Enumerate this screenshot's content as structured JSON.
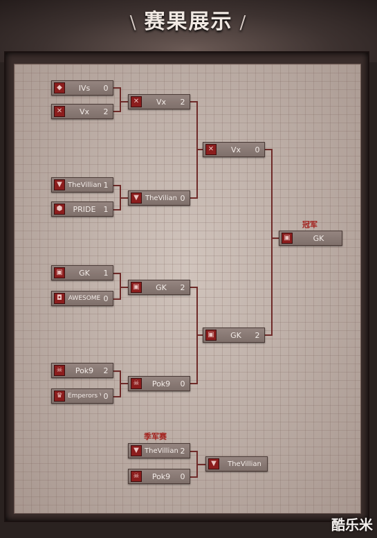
{
  "page_title": "赛果展示",
  "title_deco_left": "\\",
  "title_deco_right": "/",
  "labels": {
    "champion": "冠军",
    "third_place": "季军赛"
  },
  "watermark": "酷乐米",
  "colors": {
    "wire": "#6e2a28",
    "logo": "#8b1d1d",
    "accent_text": "#a3231f"
  },
  "round1": [
    {
      "team": "IVs",
      "score": "0",
      "icon": "ivs-logo-icon"
    },
    {
      "team": "Vx",
      "score": "2",
      "icon": "vx-logo-icon"
    },
    {
      "team": "TheVillian",
      "score": "1",
      "icon": "thevillian-logo-icon"
    },
    {
      "team": "PRIDE",
      "score": "1",
      "icon": "pride-logo-icon"
    },
    {
      "team": "GK",
      "score": "1",
      "icon": "gk-logo-icon"
    },
    {
      "team": "AWESOME",
      "score": "0",
      "icon": "awesome-logo-icon"
    },
    {
      "team": "Pok9",
      "score": "2",
      "icon": "pok9-logo-icon"
    },
    {
      "team": "Emperors V",
      "score": "0",
      "icon": "emperors-logo-icon"
    }
  ],
  "round2": [
    {
      "team": "Vx",
      "score": "2"
    },
    {
      "team": "TheVilian",
      "score": "0"
    },
    {
      "team": "GK",
      "score": "2"
    },
    {
      "team": "Pok9",
      "score": "0"
    }
  ],
  "round3": [
    {
      "team": "Vx",
      "score": "0"
    },
    {
      "team": "GK",
      "score": "2"
    }
  ],
  "champion": {
    "team": "GK"
  },
  "third_place": [
    {
      "team": "TheVillian",
      "score": "2"
    },
    {
      "team": "Pok9",
      "score": "0"
    }
  ],
  "third_place_winner": {
    "team": "TheVillian"
  }
}
